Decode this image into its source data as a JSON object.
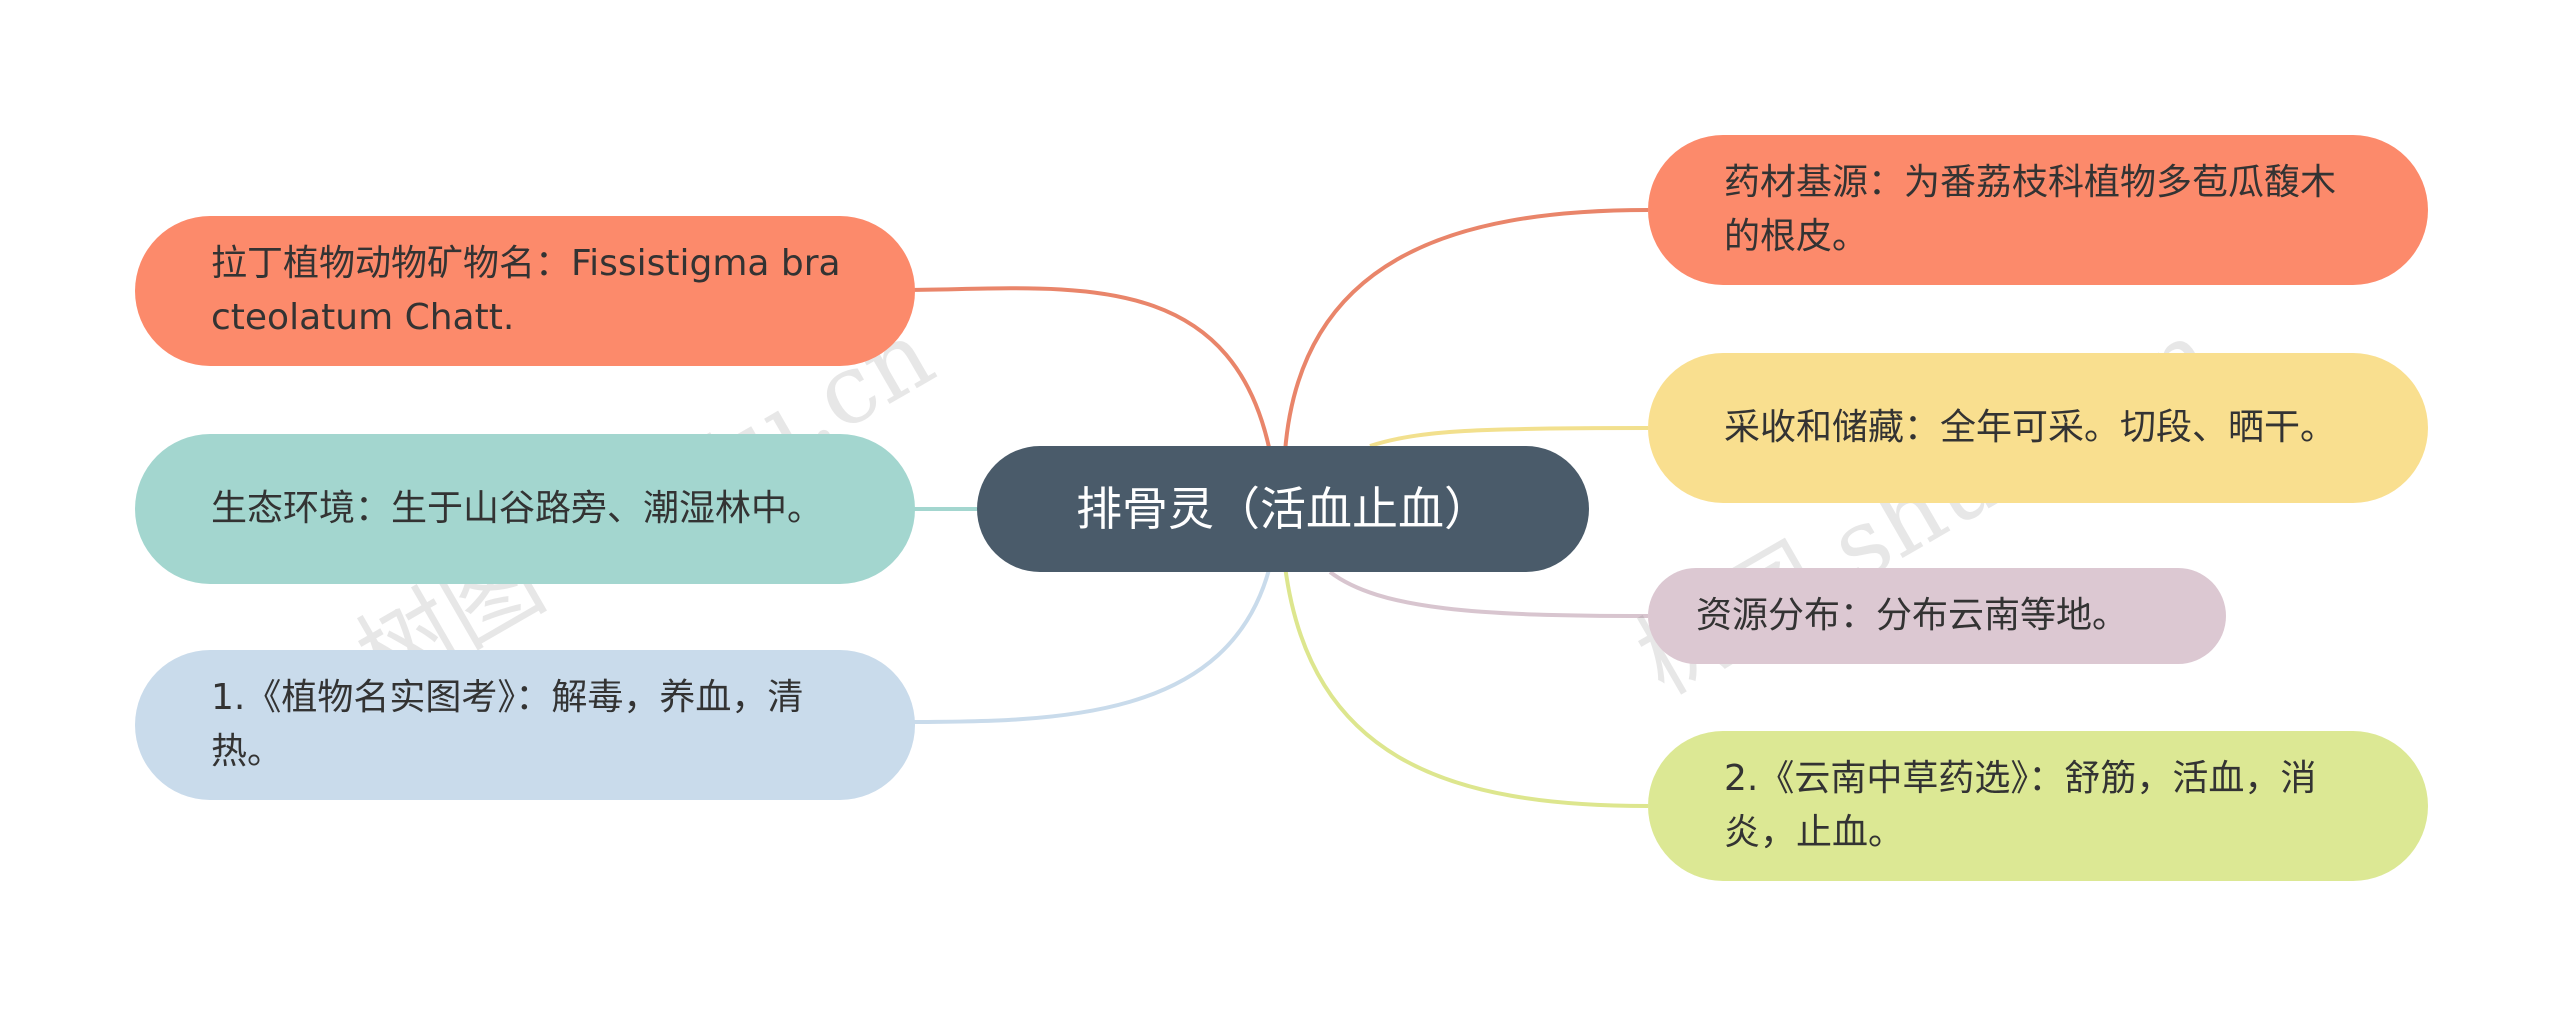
{
  "mindmap": {
    "root": {
      "label": "排骨灵（活血止血）",
      "color": "#4a5b6a"
    },
    "left_branches": [
      {
        "label": "拉丁植物动物矿物名：Fissistigma bracteolatum Chatt.",
        "color": "#fc8a6b"
      },
      {
        "label": "生态环境：生于山谷路旁、潮湿林中。",
        "color": "#a3d6cf"
      },
      {
        "label": "1.《植物名实图考》：解毒，养血，清热。",
        "color": "#c9dbeb"
      }
    ],
    "right_branches": [
      {
        "label": "药材基源：为番荔枝科植物多苞瓜馥木的根皮。",
        "color": "#fc8a6b"
      },
      {
        "label": "采收和储藏：全年可采。切段、晒干。",
        "color": "#f9df8f"
      },
      {
        "label": "资源分布：分布云南等地。",
        "color": "#dcc8d2"
      },
      {
        "label": "2.《云南中草药选》：舒筋，活血，消炎，止血。",
        "color": "#dce894"
      }
    ]
  },
  "link_colors": {
    "left": [
      "#e9856a",
      "#a3d6cf",
      "#c9dbeb"
    ],
    "right": [
      "#e9856a",
      "#f2e08e",
      "#d8c5cf",
      "#dde68e"
    ]
  },
  "watermarks": [
    "树图 shutu.cn",
    "树图 shutu.cn"
  ]
}
